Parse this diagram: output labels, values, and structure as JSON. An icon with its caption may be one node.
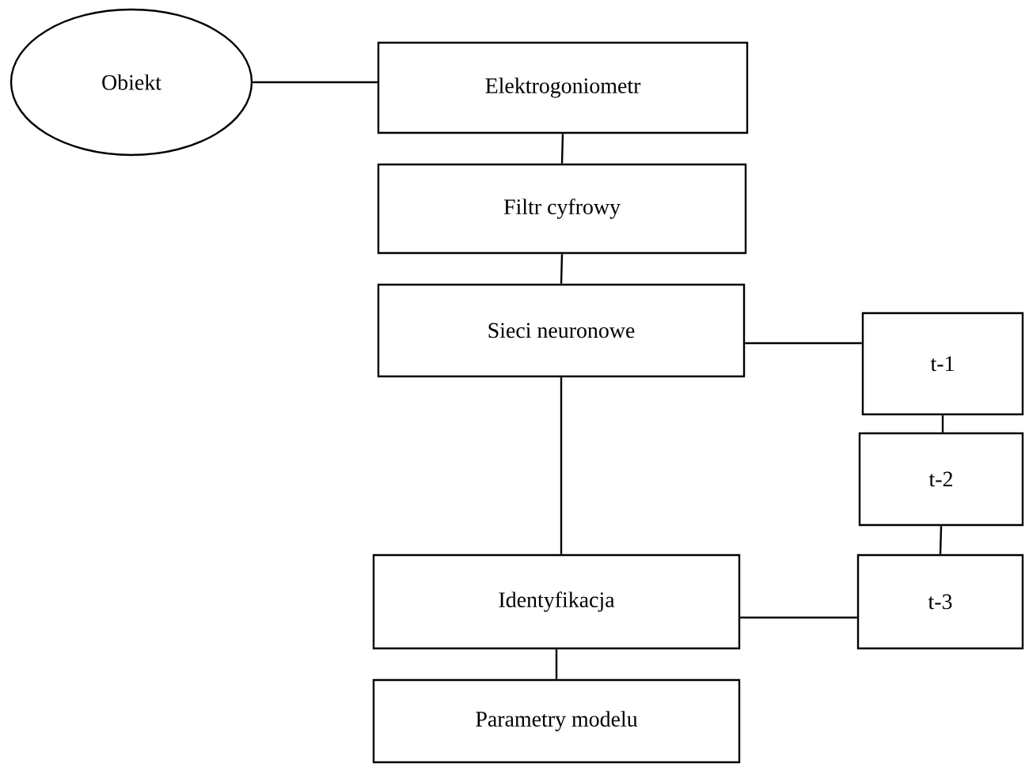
{
  "diagram": {
    "nodes": [
      {
        "text": [
          "Obiekt"
        ]
      },
      {
        "text": [
          "Elektrogoniometr"
        ]
      },
      {
        "text": [
          "Filtr cyfrowy"
        ]
      },
      {
        "text": [
          "Sieci neuronowe"
        ]
      },
      {
        "text": [
          "t-1"
        ]
      },
      {
        "text": [
          "t-2"
        ]
      },
      {
        "text": [
          "t-3"
        ]
      },
      {
        "text": [
          "Identyfikacja"
        ]
      },
      {
        "text": [
          "Parametry modelu"
        ]
      }
    ],
    "edges": [
      {
        "from": 0,
        "to": 1,
        "arrow": "none"
      },
      {
        "from": 1,
        "to": 2,
        "arrow": "none"
      },
      {
        "from": 2,
        "to": 3,
        "arrow": "none"
      },
      {
        "from": 3,
        "to": 4,
        "arrow": "none"
      },
      {
        "from": 4,
        "to": 5,
        "arrow": "none"
      },
      {
        "from": 5,
        "to": 6,
        "arrow": "none"
      },
      {
        "from": 3,
        "to": 7,
        "arrow": "none"
      },
      {
        "from": 7,
        "to": 6,
        "arrow": "none"
      },
      {
        "from": 7,
        "to": 8,
        "arrow": "none"
      }
    ]
  }
}
